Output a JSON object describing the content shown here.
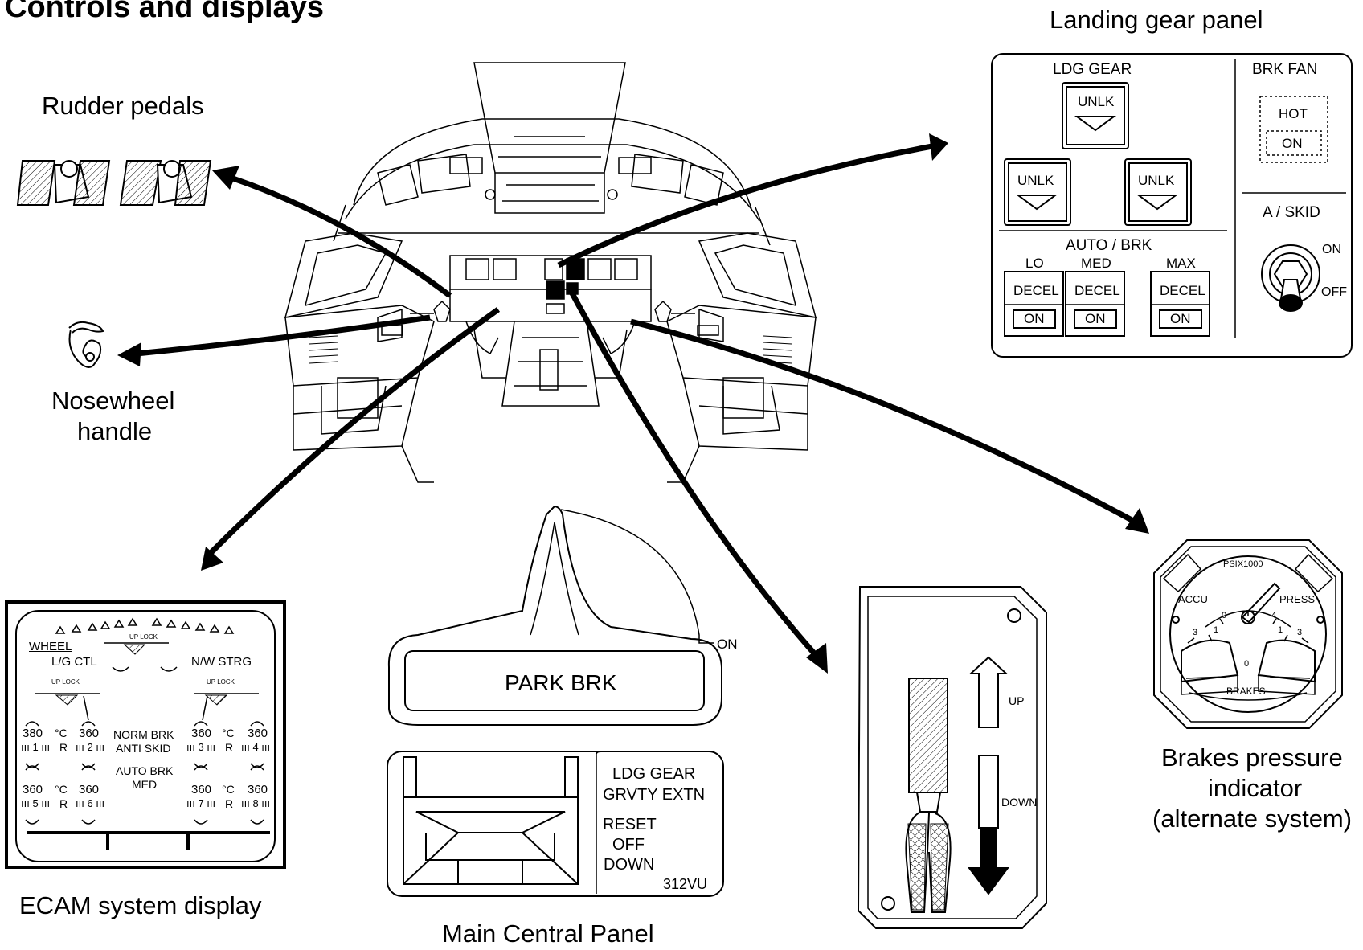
{
  "title": "Controls and displays",
  "captions": {
    "rudder_pedals": "Rudder pedals",
    "nosewheel_1": "Nosewheel",
    "nosewheel_2": "handle",
    "landing_gear_panel": "Landing gear panel",
    "ecam": "ECAM system display",
    "main_central_panel": "Main Central Panel",
    "brakes_1": "Brakes pressure",
    "brakes_2": "indicator",
    "brakes_3": "(alternate system)"
  },
  "landing_gear_panel": {
    "ldg_gear": "LDG GEAR",
    "unlk": "UNLK",
    "brk_fan": "BRK FAN",
    "hot": "HOT",
    "on": "ON",
    "auto_brk": "AUTO / BRK",
    "lo": "LO",
    "med": "MED",
    "max": "MAX",
    "decel": "DECEL",
    "a_skid": "A / SKID",
    "switch_on": "ON",
    "switch_off": "OFF"
  },
  "ecam": {
    "wheel": "WHEEL",
    "lg_ctl": "L/G CTL",
    "nw_strg": "N/W STRG",
    "up_lock": "UP LOCK",
    "norm_brk": "NORM BRK",
    "anti_skid": "ANTI SKID",
    "auto_brk": "AUTO BRK",
    "auto_brk_mode": "MED",
    "deg_c": "°C",
    "rel": "R",
    "temps": [
      "380",
      "360",
      "360",
      "360",
      "360",
      "360",
      "360",
      "360"
    ],
    "wheels": [
      "1",
      "2",
      "3",
      "4",
      "5",
      "6",
      "7",
      "8"
    ]
  },
  "park_brake": {
    "label": "PARK BRK",
    "on": "ON"
  },
  "gravity_panel": {
    "line1": "LDG GEAR",
    "line2": "GRVTY EXTN",
    "reset": "RESET",
    "off": "OFF",
    "down": "DOWN",
    "ref": "312VU"
  },
  "gear_lever": {
    "up": "UP",
    "down": "DOWN"
  },
  "brakes_indicator": {
    "psi": "PSIX1000",
    "accu": "ACCU",
    "press": "PRESS",
    "brakes": "BRAKES",
    "scale_top": [
      "0",
      "4"
    ],
    "scale_left": [
      "3",
      "1"
    ],
    "scale_right": [
      "1",
      "3"
    ],
    "scale_bottom": "0"
  }
}
